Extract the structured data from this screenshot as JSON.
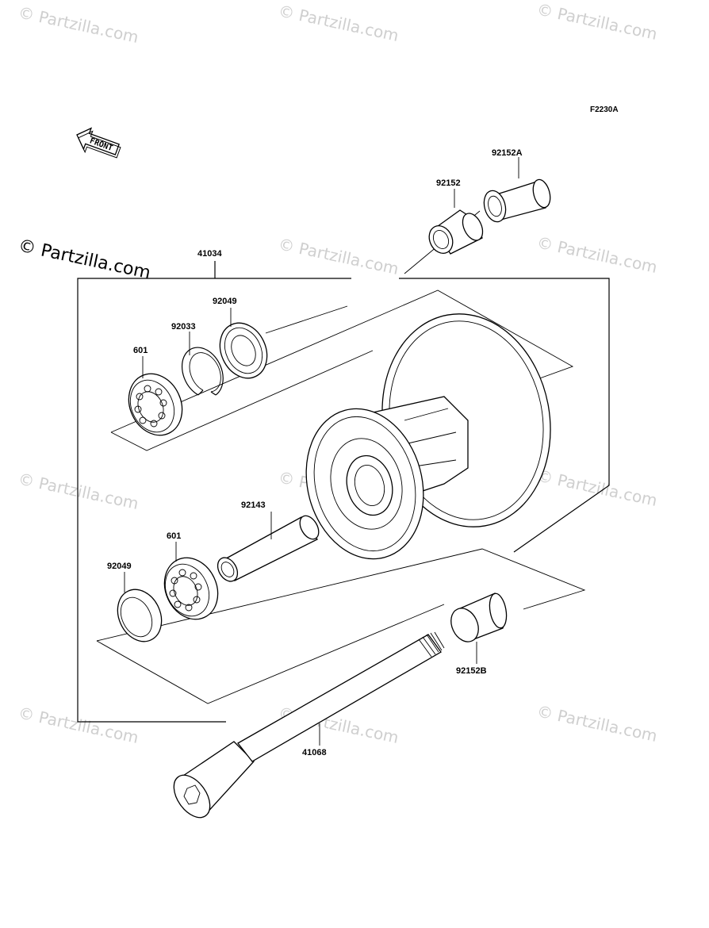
{
  "figure_code": "F2230A",
  "front_arrow_text": "FRONT",
  "watermark_text": "© Partzilla.com",
  "parts": {
    "p41034": "41034",
    "p92049_top": "92049",
    "p92033": "92033",
    "p601_top": "601",
    "p92152": "92152",
    "p92152A": "92152A",
    "p92143": "92143",
    "p601_bottom": "601",
    "p92049_bottom": "92049",
    "p92152B": "92152B",
    "p41068": "41068"
  }
}
